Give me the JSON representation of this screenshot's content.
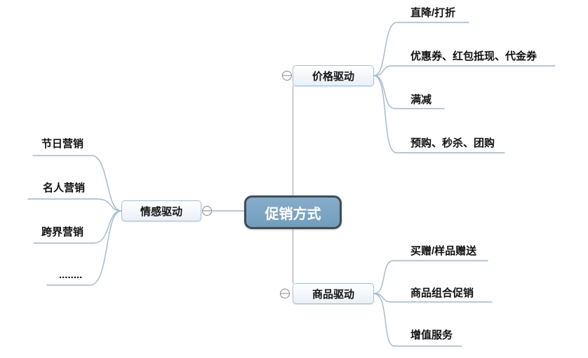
{
  "diagram": {
    "type": "mindmap",
    "root": {
      "label": "促销方式"
    },
    "branches": [
      {
        "id": "price",
        "label": "价格驱动",
        "collapse_icon": "minus",
        "children": [
          "直降/打折",
          "优惠券、红包抵现、代金券",
          "满减",
          "预购、秒杀、团购"
        ]
      },
      {
        "id": "emotion",
        "label": "情感驱动",
        "collapse_icon": "minus",
        "children": [
          "节日营销",
          "名人营销",
          "跨界营销",
          "........"
        ]
      },
      {
        "id": "product",
        "label": "商品驱动",
        "collapse_icon": "minus",
        "children": [
          "买赠/样品赠送",
          "商品组合促销",
          "增值服务"
        ]
      }
    ],
    "colors": {
      "background": "#ffffff",
      "connector_line": "#9cb9d7",
      "root_fill": "#7da6c4",
      "root_border": "#3f4d57",
      "root_text": "#ffffff",
      "branch_fill": "#eef3f9",
      "branch_border": "#a6c1dc",
      "collapse_icon_gray": "#8c8c8c",
      "leaf_text": "#111111"
    }
  }
}
